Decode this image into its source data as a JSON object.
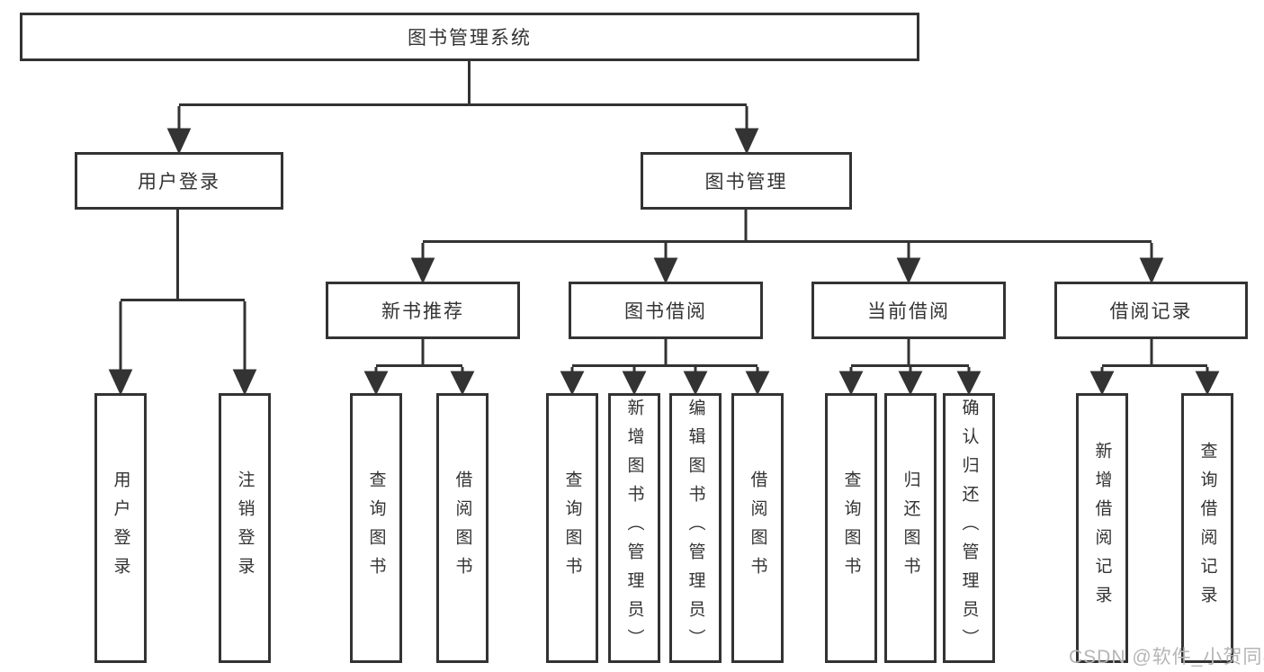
{
  "tree": {
    "root": {
      "label": "图书管理系统"
    },
    "branches": [
      {
        "label": "用户登录",
        "children": [
          {
            "label": "用户登录"
          },
          {
            "label": "注销登录"
          }
        ]
      },
      {
        "label": "图书管理",
        "groups": [
          {
            "label": "新书推荐",
            "children": [
              {
                "label": "查询图书"
              },
              {
                "label": "借阅图书"
              }
            ]
          },
          {
            "label": "图书借阅",
            "children": [
              {
                "label": "查询图书"
              },
              {
                "label": "新增图书（管理员）"
              },
              {
                "label": "编辑图书（管理员）"
              },
              {
                "label": "借阅图书"
              }
            ]
          },
          {
            "label": "当前借阅",
            "children": [
              {
                "label": "查询图书"
              },
              {
                "label": "归还图书"
              },
              {
                "label": "确认归还（管理员）"
              }
            ]
          },
          {
            "label": "借阅记录",
            "children": [
              {
                "label": "新增借阅记录"
              },
              {
                "label": "查询借阅记录"
              }
            ]
          }
        ]
      }
    ]
  },
  "colors": {
    "line": "#333333",
    "box_border": "#333333",
    "text": "#333333",
    "watermark": "#b5b5b5",
    "background": "#ffffff"
  },
  "watermark": {
    "text": "CSDN @软件_小贺同学"
  }
}
